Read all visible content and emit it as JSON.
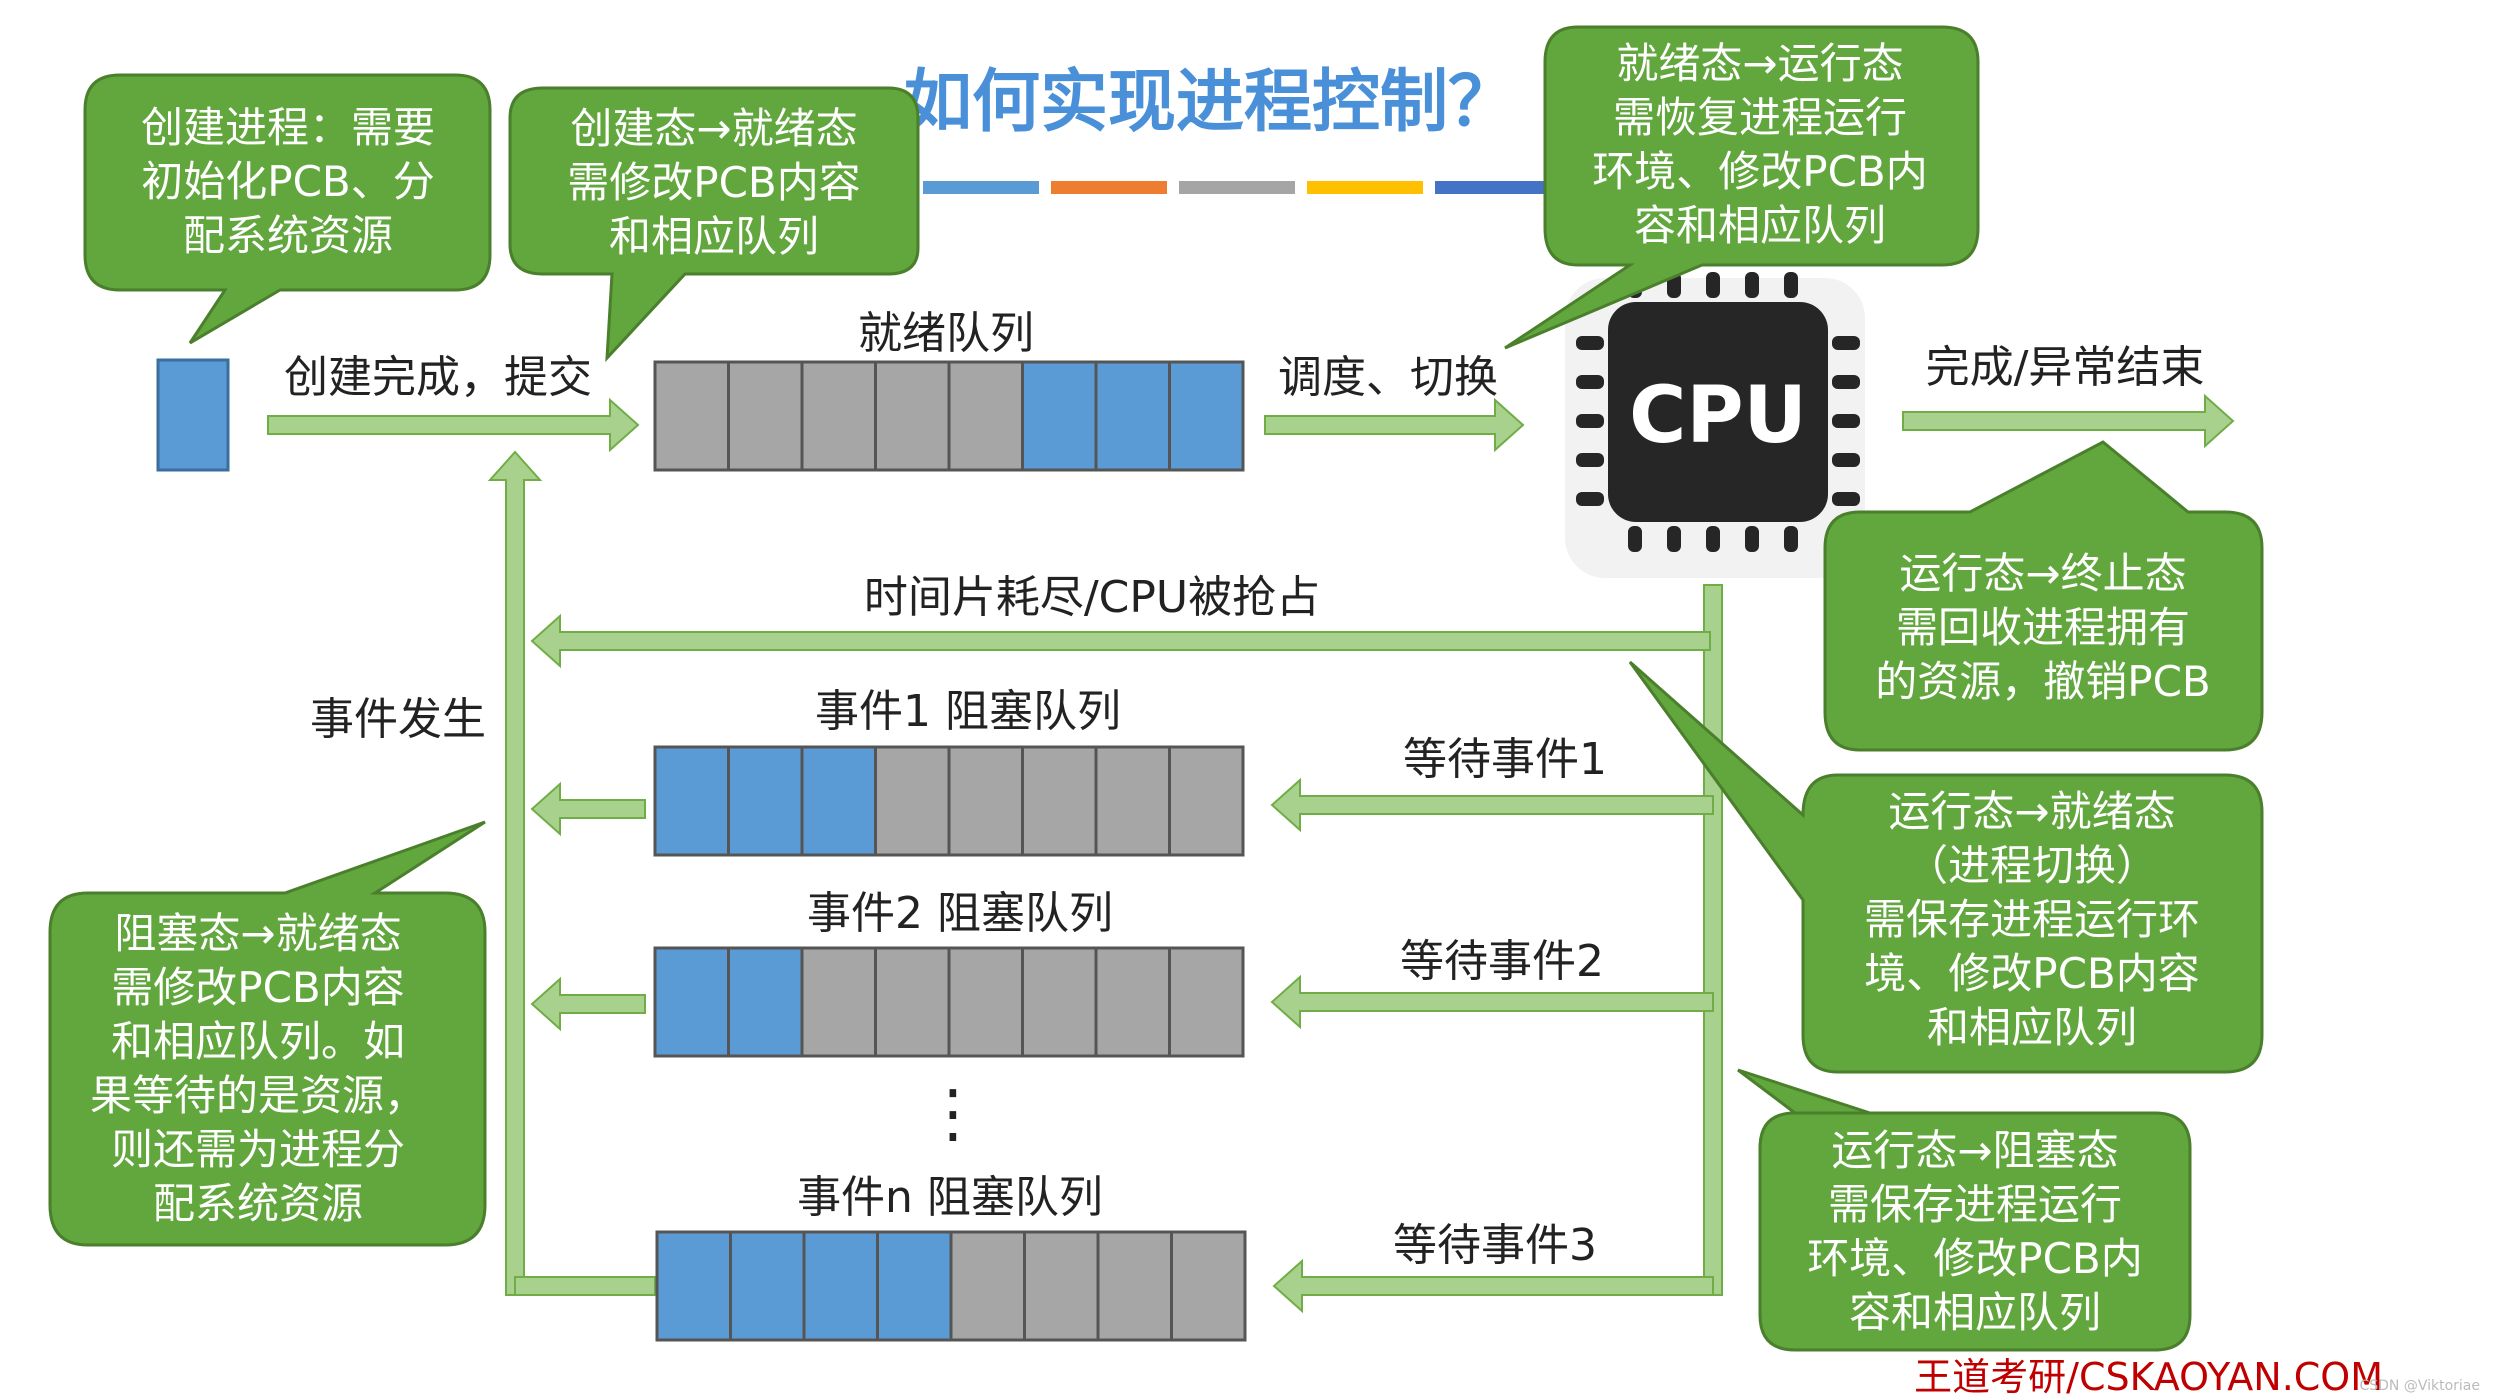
{
  "title": "如何实现进程控制？",
  "title_color": "#4a90d9",
  "title_bar_colors": [
    "#5b9bd5",
    "#ed7d31",
    "#a5a5a5",
    "#ffc000",
    "#4472c4",
    "#70ad47"
  ],
  "colors": {
    "callout_fill": "#62a63e",
    "callout_stroke": "#4a7f2c",
    "arrow_fill": "#a9d18e",
    "arrow_stroke": "#70ad47",
    "queue_blue": "#5b9bd5",
    "queue_gray": "#a6a6a6",
    "cpu_body": "#262626",
    "cpu_text": "#ffffff"
  },
  "callouts": {
    "create": [
      "创建进程：需要",
      "初始化PCB、分",
      "配系统资源"
    ],
    "create_to_ready": [
      "创建态→就绪态",
      "需修改PCB内容",
      "和相应队列"
    ],
    "ready_to_running": [
      "就绪态→运行态",
      "需恢复进程运行",
      "环境、修改PCB内",
      "容和相应队列"
    ],
    "running_to_terminated": [
      "运行态→终止态",
      "需回收进程拥有",
      "的资源，撤销PCB"
    ],
    "running_to_ready": [
      "运行态→就绪态",
      "（进程切换）",
      "需保存进程运行环",
      "境、修改PCB内容",
      "和相应队列"
    ],
    "blocked_to_ready": [
      "阻塞态→就绪态",
      "需修改PCB内容",
      "和相应队列。如",
      "果等待的是资源，",
      "则还需为进程分",
      "配系统资源"
    ],
    "running_to_blocked": [
      "运行态→阻塞态",
      "需保存进程运行",
      "环境、修改PCB内",
      "容和相应队列"
    ]
  },
  "labels": {
    "create_done": "创建完成，提交",
    "ready_queue": "就绪队列",
    "dispatch": "调度、切换",
    "finish": "完成/异常结束",
    "timeslice": "时间片耗尽/CPU被抢占",
    "event_occurs": "事件发生",
    "queue1": "事件1 阻塞队列",
    "queue2": "事件2 阻塞队列",
    "queue_n": "事件n 阻塞队列",
    "wait1": "等待事件1",
    "wait2": "等待事件2",
    "wait3": "等待事件3",
    "ellipsis": "⋮"
  },
  "cpu_label": "CPU",
  "queues": {
    "ready": [
      "gray",
      "gray",
      "gray",
      "gray",
      "gray",
      "blue",
      "blue",
      "blue"
    ],
    "event1": [
      "blue",
      "blue",
      "blue",
      "gray",
      "gray",
      "gray",
      "gray",
      "gray"
    ],
    "event2": [
      "blue",
      "blue",
      "gray",
      "gray",
      "gray",
      "gray",
      "gray",
      "gray"
    ],
    "event_n": [
      "blue",
      "blue",
      "blue",
      "blue",
      "gray",
      "gray",
      "gray",
      "gray"
    ]
  },
  "footer": "王道考研/CSKAOYAN.COM",
  "footer_color": "#c00000",
  "watermark": "CSDN @Viktoriae"
}
